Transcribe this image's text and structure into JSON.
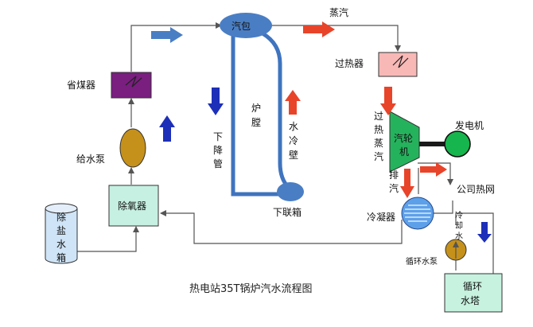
{
  "colors": {
    "steam_drum": "#4a7ec4",
    "pipe": "#3f74bf",
    "economizer": "#7a1e80",
    "superheater": "#f8b8b6",
    "turbine": "#25b25d",
    "generator": "#17b54d",
    "pump": "#c6911a",
    "tank": "#cfe4f6",
    "deaerator": "#c6f0e2",
    "cooling_tower": "#c7f2e0",
    "condenser": "#5ca0ea",
    "arrow_blue": "#4a7ec4",
    "arrow_red": "#e8442a",
    "arrow_dark_blue": "#1d2fb8",
    "line": "#555555"
  },
  "labels": {
    "steam_drum": "汽包",
    "steam": "蒸汽",
    "superheater": "过热器",
    "economizer": "省煤器",
    "feed_pump": "给水泵",
    "deaerator": "除氧器",
    "demin_tank": [
      "除",
      "盐",
      "水",
      "箱"
    ],
    "downcomer": [
      "下",
      "降",
      "管"
    ],
    "furnace": [
      "炉",
      "膛"
    ],
    "water_wall": [
      "水",
      "冷",
      "壁"
    ],
    "lower_header": "下联箱",
    "superheated_steam": [
      "过",
      "热",
      "蒸",
      "汽"
    ],
    "turbine": [
      "汽轮",
      "机"
    ],
    "generator": "发电机",
    "company_heating": "公司热网",
    "exhaust": [
      "排",
      "汽"
    ],
    "condenser": "冷凝器",
    "cooling_water": [
      "冷",
      "却",
      "水"
    ],
    "circ_pump": "循环水泵",
    "cooling_tower": [
      "循环",
      "水塔"
    ],
    "title": "热电站35T锅炉汽水流程图"
  }
}
